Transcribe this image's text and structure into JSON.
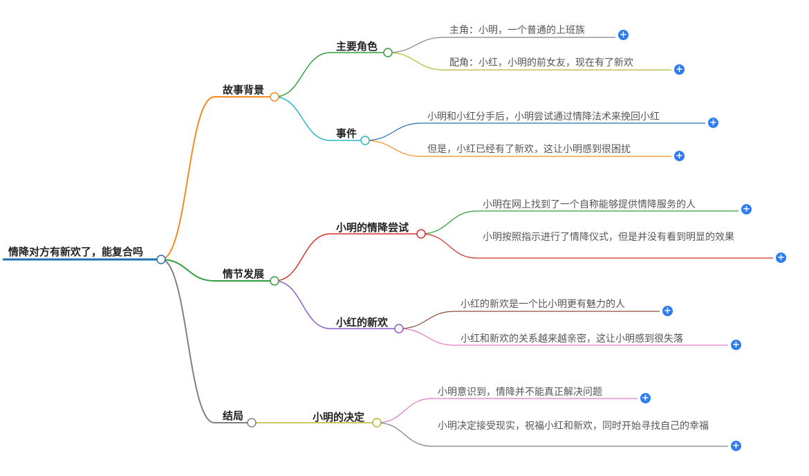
{
  "root": {
    "label": "情降对方有新欢了，能复合吗"
  },
  "branches": {
    "b1": {
      "label": "故事背景"
    },
    "b2": {
      "label": "情节发展"
    },
    "b3": {
      "label": "结局"
    }
  },
  "sub": {
    "s1": {
      "label": "主要角色"
    },
    "s2": {
      "label": "事件"
    },
    "s3": {
      "label": "小明的情降尝试"
    },
    "s4": {
      "label": "小红的新欢"
    },
    "s5": {
      "label": "小明的决定"
    }
  },
  "leaves": {
    "l1": {
      "label": "主角：小明，一个普通的上班族"
    },
    "l2": {
      "label": "配角：小红，小明的前女友，现在有了新欢"
    },
    "l3": {
      "label": "小明和小红分手后，小明尝试通过情降法术来挽回小红"
    },
    "l4": {
      "label": "但是，小红已经有了新欢，这让小明感到很困扰"
    },
    "l5": {
      "label": "小明在网上找到了一个自称能够提供情降服务的人"
    },
    "l6": {
      "label": "小明按照指示进行了情降仪式，但是并没有看到明显的效果"
    },
    "l7": {
      "label": "小红的新欢是一个比小明更有魅力的人"
    },
    "l8": {
      "label": "小红和新欢的关系越来越亲密，这让小明感到很失落"
    },
    "l9": {
      "label": "小明意识到，情降并不能真正解决问题"
    },
    "l10": {
      "label": "小明决定接受现实，祝福小红和新欢，同时开始寻找自己的幸福"
    }
  },
  "expand_symbol": "+",
  "colors": {
    "root": "#1f6fb4",
    "b1": "#f28a1c",
    "b2": "#2e9e3a",
    "b3": "#808080",
    "s1": "#2e9e3a",
    "s2": "#29b6c8",
    "s3": "#d62d2d",
    "s4": "#8e5cc8",
    "s5": "#b3b82a",
    "l1": "#808080",
    "l2": "#b3b82a",
    "l3": "#1f6fb4",
    "l4": "#f28a1c",
    "l5": "#2e9e3a",
    "l6": "#d62d2d",
    "l7": "#8c4a3a",
    "l8": "#e07ac8",
    "l9": "#e07ac8",
    "l10": "#808080",
    "expand_button": "#2d7cf1"
  }
}
